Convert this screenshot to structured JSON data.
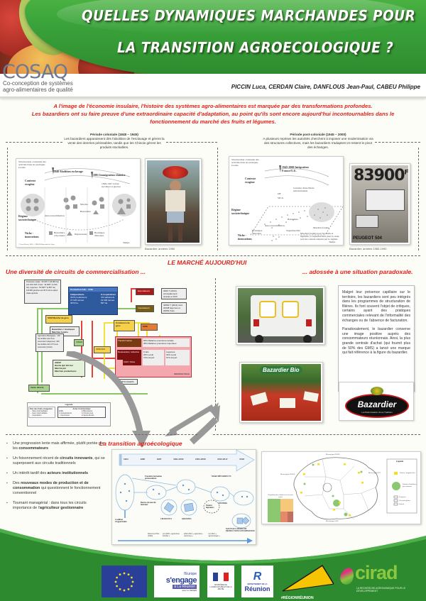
{
  "header": {
    "title_line1": "QUELLES DYNAMIQUES MARCHANDES POUR",
    "title_line2": "LA TRANSITION AGROECOLOGIQUE ?",
    "logo": "COSAQ",
    "logo_subtitle_line1": "Co-conception de systèmes",
    "logo_subtitle_line2": "agro-alimentaires de qualité",
    "authors": "PICCIN Luca, CERDAN Claire, DANFLOUS Jean-Paul, CABEU Philippe"
  },
  "intro": {
    "line1": "A l'image de l'économie insulaire, l'histoire des systèmes agro-alimentaires est marquée par des transformations profondes.",
    "line2": "Les bazardiers ont su faire preuve d'une extraordinaire capacité d'adaptation, au point qu'ils sont encore aujourd'hui incontournables dans le fonctionnement du marché des fruits et légumes."
  },
  "periods": [
    {
      "title": "Période coloniale (1848 – 1945)",
      "text": "Les bazardiers apparaissent dès l'abolition de l'esclavage et gèrent la vente des denrées périssables, tandis que les Chinois gèrent les produits stockables.",
      "diagram": {
        "header_note": "Structuration croissante des activités dans les pratiques locales",
        "event1": "1848 Abolition esclavage",
        "event2": "1881 Immigration chinoise",
        "event3": "1849-1947 Crises sucrières et guerres",
        "labels_top": [
          "Pression",
          "Pression"
        ],
        "rows": [
          "Contexte exogène",
          "Régime sociotechnique",
          "Niche - innovations"
        ],
        "nodes": [
          "Ecoul",
          "Autoconsommation",
          "Marché",
          "Bazardiers"
        ],
        "niche_items": [
          "Bazardiers, colporteurs",
          "Importateurs",
          "Boutiques chinoises"
        ],
        "axis": "Temps",
        "credit": "© Luca Piccin, 2018 – CIRAD/Université de Lyon"
      },
      "photo_caption": "Bazardier, années 1950"
    },
    {
      "title": "Période post-coloniale (1945 – 2000)",
      "text": "A plusieurs reprises les autorités cherchent à imposer une modernisation via des structures collectives, mais les bazardiers s'adaptent et restent le pivot des échanges.",
      "diagram": {
        "header_note": "Structuration croissante des activités dans les pratiques locales",
        "event1": "1945-2000 Intégration France/U.E.",
        "event2": "Création d'une filière subventionnée",
        "labels": [
          "OP",
          "SICA",
          "Bazardiers",
          "Marchés forains",
          "Supermarchés",
          "Autoconsommation",
          "Boutiques chinoises"
        ],
        "rows": [
          "Contexte exogène",
          "Régime sociotechnique",
          "Niche - innovations"
        ],
        "note": "Marchés forains pour les fruits et légumes, et supermarchés pour le reste, sont les canaux adoptés par le régime",
        "axis": "Temps",
        "credit": "© Luca Piccin, 2018 – CIRAD/Université de Lyon"
      },
      "photo": {
        "price": "83900",
        "price_suffix": "F",
        "brand": "PEUGEOT 504",
        "brand_sub": "pick-up"
      },
      "photo_caption": "Bazardier, années 1980-1990"
    }
  ],
  "market": {
    "section_title": "LE MARCHÉ AUJOURD'HUI",
    "left_title": "Une diversité de circuits de commercialisation ...",
    "right_title": "... adossée à une situation paradoxale.",
    "flow": {
      "production_totale": "Production totale : 96 625 T (35 880 ha) soit 10% SAT. Fruits : 43 058 T (3 916 ha). Légumes : 53 568 T (2 857 ha)",
      "production_note": "120 M€ générés soit 45 % de la valeur totale agricole",
      "production_fl": "Production F&L : 1729",
      "independants": "Indépendants",
      "independants_stats": [
        "3375 producteurs",
        "37 625 tonnes",
        "4973 ha"
      ],
      "cooperatives": "9 coopératives",
      "cooperatives_stats": [
        "474 adhérents",
        "19 000 tonnes",
        "897 ha"
      ],
      "exportateurs": "Exportateurs",
      "export_note": "2000 T (2014) principalement ananas et litchi",
      "importateurs": "Importateurs",
      "import_note": "42500 T (2014) dont 22448 légumes et 20052 fruits",
      "som": "SOM Marché de gros",
      "bazardiers": "Bazardiers / boutiques Marchés forains",
      "commerce_gros": "Commerce de gros",
      "gms": "GMS",
      "agriculture_bio": "Agriculture Biologique : 118 ha certifiés dont 8 en conversion (légumes). 180 ha certifiés dont 37 ha en conversion (fruits)",
      "amap": "AMAP",
      "amap_list": [
        "AMAP",
        "Roche Qui Dit Oui",
        "Marché péi",
        "Marchés producteurs"
      ],
      "cirad_box": "CIRAD",
      "uprodo": "UPRODO",
      "transformation": "Transformation",
      "transformation_note": [
        "65% Matières premières locales",
        "35% Matières premières importées"
      ],
      "restauration": "Restauration collective",
      "chr": "CHR / Gîtes",
      "fruits_split": [
        "Fruits",
        "26% Local",
        "74% Import"
      ],
      "legumes_split": [
        "Légumes",
        "33% Local",
        "67% Import"
      ],
      "particuliers": "PARTICULIERS",
      "vente_directe": "Vente directe",
      "demande_finale": "DEMANDE FINALE",
      "legend_title": "Légende",
      "legend_flux_title": "Flux des fruits et légumes",
      "legend_flux": [
        "Sans intermédiaire",
        "Avec intermédiaire",
        "Importation"
      ],
      "legend_actors_title": "Actes Commerciaux",
      "legend_actors": [
        "Bio",
        "Biocultures",
        "Groupements",
        "Circuit court",
        "Commerce",
        "Vente directe"
      ]
    },
    "paragraph1": "Malgré leur présence capillaire sur le territoire, les bazardiers sont peu intégrés dans les programmes de structuration de filières. Ils font souvent l'objet de critiques, certains ayant des pratiques commerciales relevant de l'informalité des échanges ou de l'absence de facturation.",
    "paragraph2": "Paradoxalement, le bazardier conserve une image positive auprès des consommateurs réunionnais. Ainsi, la plus grande centrale d'achat (qui fournit plus de 50% des GMS) a lancé une marque qui fait référence à la figure du bazardier.",
    "bio_brand": "Bazardier Bio",
    "brand_logo": "Bazardier",
    "brand_tagline": "La Modernisation d'une Tradition"
  },
  "transition": {
    "section_title": "La transition agroécologique",
    "bullets": [
      {
        "text": "Une progression lente mais affirmée, plutôt portée par les ",
        "bold": "consommateurs",
        "after": ""
      },
      {
        "text": "Un foisonnement récent de ",
        "bold": "circuits innovants",
        "after": ", qui se superposent aux circuits traditionnels"
      },
      {
        "text": "Un intérêt tardif des ",
        "bold": "acteurs institutionnels",
        "after": ""
      },
      {
        "text": "Des ",
        "bold": "nouveaux modes de production et de consommation",
        "after": " qui questionnent le fonctionnement conventionnel"
      },
      {
        "text": "Tournant managérial : dans tous les circuits importance de l'",
        "bold": "agriculteur gestionnaire",
        "after": ""
      }
    ],
    "timeline": {
      "years": [
        "1964",
        "1986",
        "1987",
        "1991-2003",
        "2004-2008",
        "2012-2017",
        "2018"
      ],
      "nodes": [
        "Frontière formation permaculture",
        "Bourse de marché intérieur",
        "Coalition d'opportunité",
        "CHANCEUX",
        "GROUPES",
        "Paniers légumiers",
        "MARCHÉS DIRECTS",
        "PANIERS",
        "NOUVEAUX MODES DE PRODUCTION/CONSOMMATION"
      ],
      "bottom_labels": [
        "Réformes PAC (1992)",
        "Loi 2008 « agriculture durable »",
        "2002-2013 « agriculture raisonnée »",
        "Loi 2012 « agroécologie »"
      ]
    },
    "map": {
      "legend_title": "Légende",
      "legend_items": [
        "Paniers / magasins bio",
        "Nombre d'initiatives par commune",
        "Frontières",
        "Circonscriptions",
        "Littoral"
      ],
      "chart_title": "Répartition des initiatives de circuits courts",
      "regions": [
        "Microrégion NORD",
        "Microrégion OUEST",
        "Microrégion EST",
        "Microrégion SUD"
      ]
    }
  },
  "footer": {
    "logos": [
      {
        "name": "eu-flag",
        "label": ""
      },
      {
        "name": "europe-sengage",
        "label_top": "l'Europe",
        "label_main": "s'engage",
        "label_bottom": "à La Réunion",
        "label_fund": "avec le FEDER"
      },
      {
        "name": "ministere",
        "label": "MINISTÈRE DE L'AGRICULTURE ET DE LA PÊCHE"
      },
      {
        "name": "departement",
        "label_top": "DÉPARTEMENT DE LA",
        "label_main": "Réunion"
      },
      {
        "name": "region",
        "label": "#RÉGIONRÉUNION"
      },
      {
        "name": "cirad",
        "label_main": "cirad",
        "label_sub": "LA RECHERCHE AGRONOMIQUE POUR LE DÉVELOPPEMENT"
      }
    ]
  },
  "colors": {
    "accent_red": "#e0201c",
    "banner_green": "#3aa33a",
    "footer_green": "#2d8a2e",
    "cosaq_blue": "#6e7a92"
  }
}
